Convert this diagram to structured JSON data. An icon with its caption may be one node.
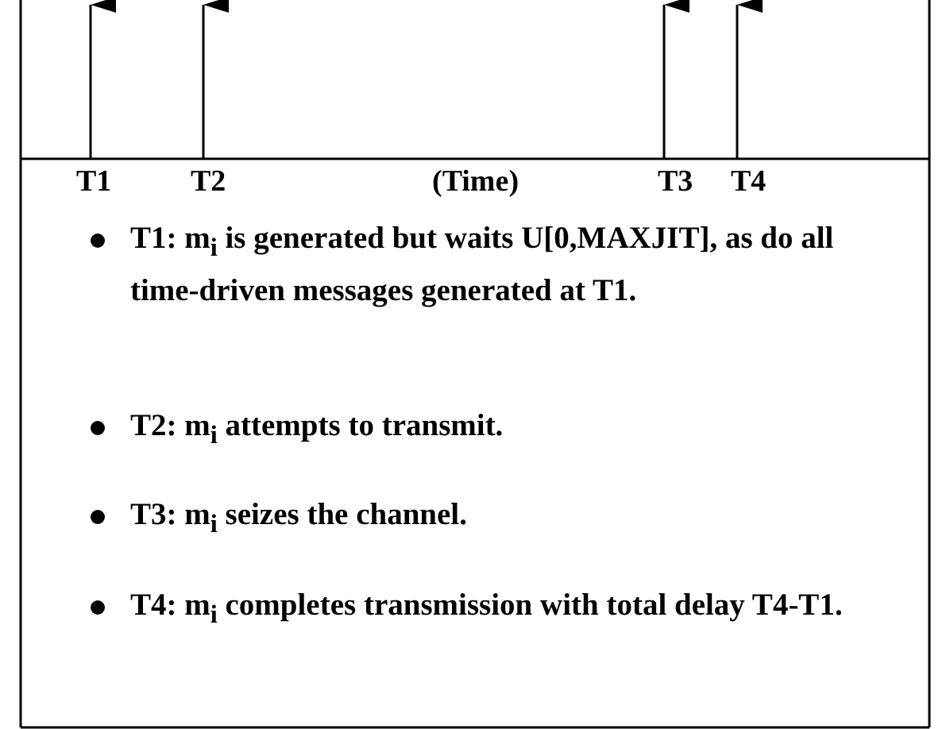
{
  "diagram": {
    "labels": [
      "T1",
      "T2",
      "(Time)",
      "T3",
      "T4",
      "T1:  m$_{i}$  is generated but waits U[0,MAXJIT], as do all time-driven messages generated at T1.",
      "T2:  m$_{i}$ attempts to transmit.",
      "T3:  m$_{i}$ seizes the channel.",
      "T4:  m$_{i}$ completes transmission with total delay T4-T1."
    ]
  }
}
